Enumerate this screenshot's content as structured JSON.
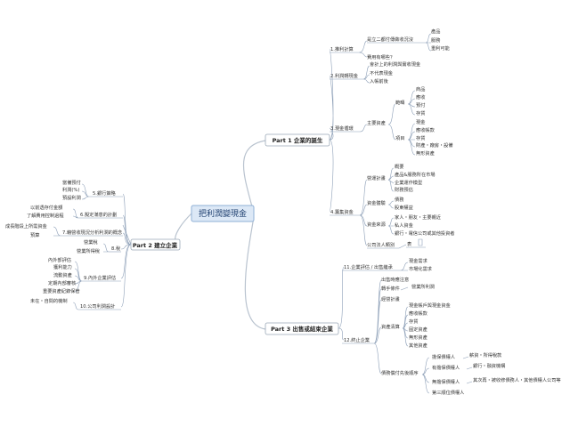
{
  "root": "把利潤變現金",
  "parts": {
    "p1": "Part 1 企業的誕生",
    "p2": "Part 2 建立企業",
    "p3": "Part 3 出售或結束企業"
  },
  "p1": {
    "n1": "1.推利計算",
    "n1a": "是立二都付傳做收況沒",
    "n1a_c": [
      "產品",
      "服務",
      "重利可能"
    ],
    "n1b": "費用有哪些？",
    "n2": "2.利潤轉現金",
    "n2a": "會計上的利潤與實收現金",
    "n2b": "不代表現金",
    "n2c": "入帳前後",
    "n3": "3.現金循環",
    "n3a": "主要資產",
    "n3a1": "範疇",
    "n3a1_c": [
      "商品",
      "應收",
      "預付",
      "存貨"
    ],
    "n3a2": "項目",
    "n3a2_c": [
      "現金",
      "應收帳款",
      "存貨",
      "財產・廠房・設備",
      "無形資產"
    ],
    "n4": "4.籌集資金",
    "n4a": "營運計畫",
    "n4a_c": [
      "概要",
      "產品&服務所在市場",
      "企業運作模型",
      "財務預估"
    ],
    "n4b": "資金體驗",
    "n4b_c": [
      "債務",
      "股東權益"
    ],
    "n4c": "資金來源",
    "n4c_c": [
      "家人・朋友・主要親近",
      "私人資金",
      "銀行・電信公司或其他投資者"
    ],
    "n4d": "公司法人類別",
    "n4d_v": "表"
  },
  "p2": {
    "n5": "5.銀行策略",
    "n5_c": [
      "當備預付",
      "利潤(%)",
      "預設利潤"
    ],
    "n6": "6.擬定滿意的計劃",
    "n6_c": [
      "以前透存付金額",
      "了解費用控制過程"
    ],
    "n7": "7.藉營收現況分析利潤的概念",
    "n7_c": [
      "成長階段上所需資金",
      "預算"
    ],
    "n8": "8.稅",
    "n8_c": [
      "營業稅",
      "營業所得稅"
    ],
    "n9": "9.內外企業評估",
    "n9_c": [
      "內外部評估",
      "獲利能力",
      "流動資產",
      "定期內部審核",
      "重要資產紀錄保管"
    ],
    "n10": "10.公司利潤設計",
    "n10_c": [
      "未在・自問的機制"
    ]
  },
  "p3": {
    "n11": "11.企業評估 / 出售繼承",
    "n11_c": [
      "現金需求",
      "市場化需求"
    ],
    "n12": "12.終止企業",
    "n12a": "出售時應注意",
    "n12b": "轉手條件",
    "n12b_v": "營業所利潤",
    "n12c": "經營計畫",
    "n12d": "資產清算",
    "n12d_c": [
      "現金帳戶與現金資金",
      "應收帳款",
      "存貨",
      "固定資產",
      "無形資產",
      "其他資產"
    ],
    "n12e": "債務償付先後順序",
    "n12e_c": [
      "擔保債權人",
      "有擔保債權人",
      "無擔保債權人",
      "第三順位債權人"
    ],
    "n12e_v": [
      "薪資・所得稅款",
      "銀行・融資機構",
      "其次再・被收修債務人・其他債權人公司等"
    ]
  }
}
